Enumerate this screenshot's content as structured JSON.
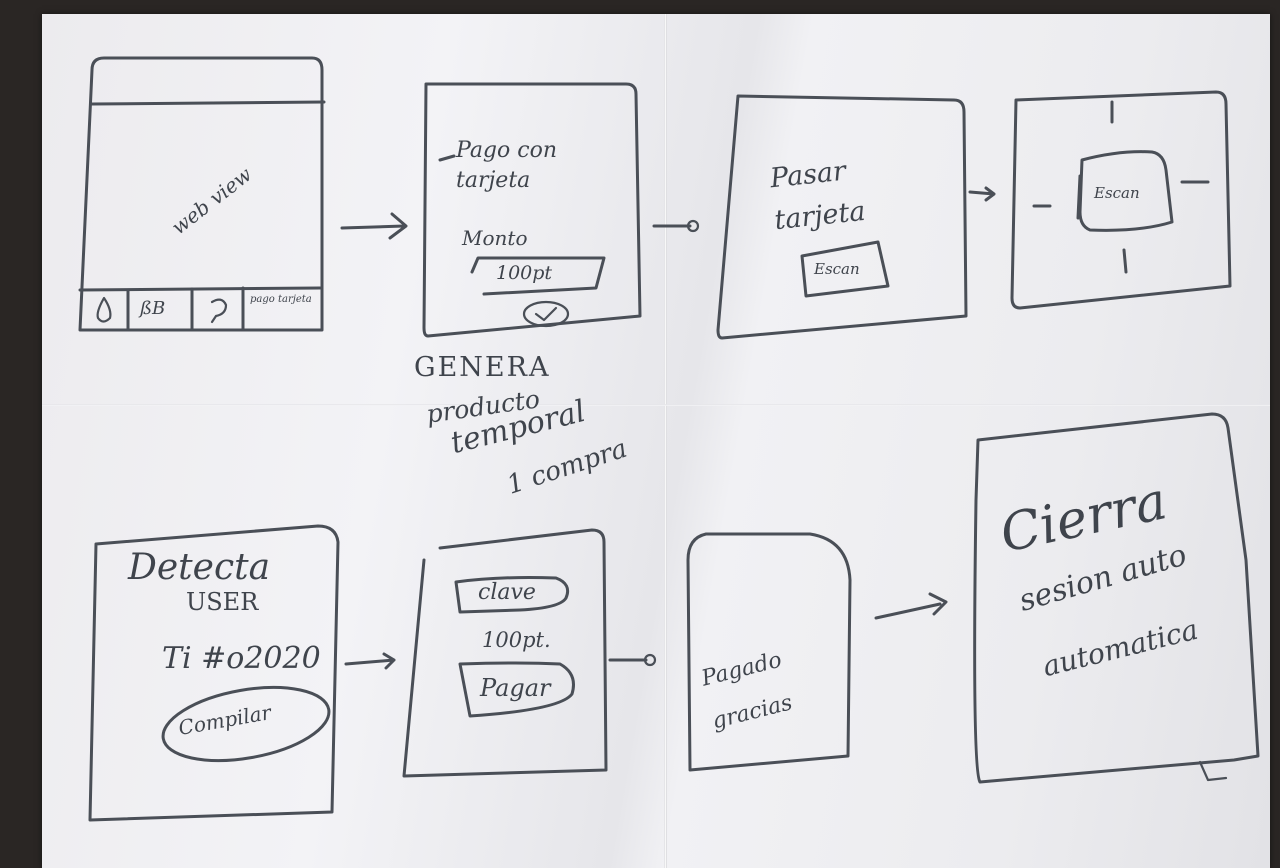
{
  "screen1": {
    "content": "web view",
    "tabs": [
      "ßB",
      "pago tarjeta"
    ]
  },
  "screen2": {
    "title": "Pago con tarjeta",
    "amount_label": "Monto",
    "amount_value": "100pt"
  },
  "screen3": {
    "title": "Pasar tarjeta",
    "scan_button": "Escan"
  },
  "screen4": {
    "scan_label": "Escan"
  },
  "note": [
    "GENERA",
    "producto",
    "temporal",
    "1 compra"
  ],
  "screen5": {
    "title": "Detecta",
    "user_label": "USER",
    "username": "Ti #o2020",
    "button": "Compilar"
  },
  "screen6": {
    "key_field": "clave",
    "amount": "100pt.",
    "pay_button": "Pagar"
  },
  "screen7": {
    "message": "Pagado gracias"
  },
  "screen8": {
    "message": [
      "Cierra",
      "sesion auto",
      "automatica"
    ]
  },
  "colors": {
    "ink": "#4a4f57",
    "paper": "#efeff2",
    "background": "#2a2624"
  }
}
